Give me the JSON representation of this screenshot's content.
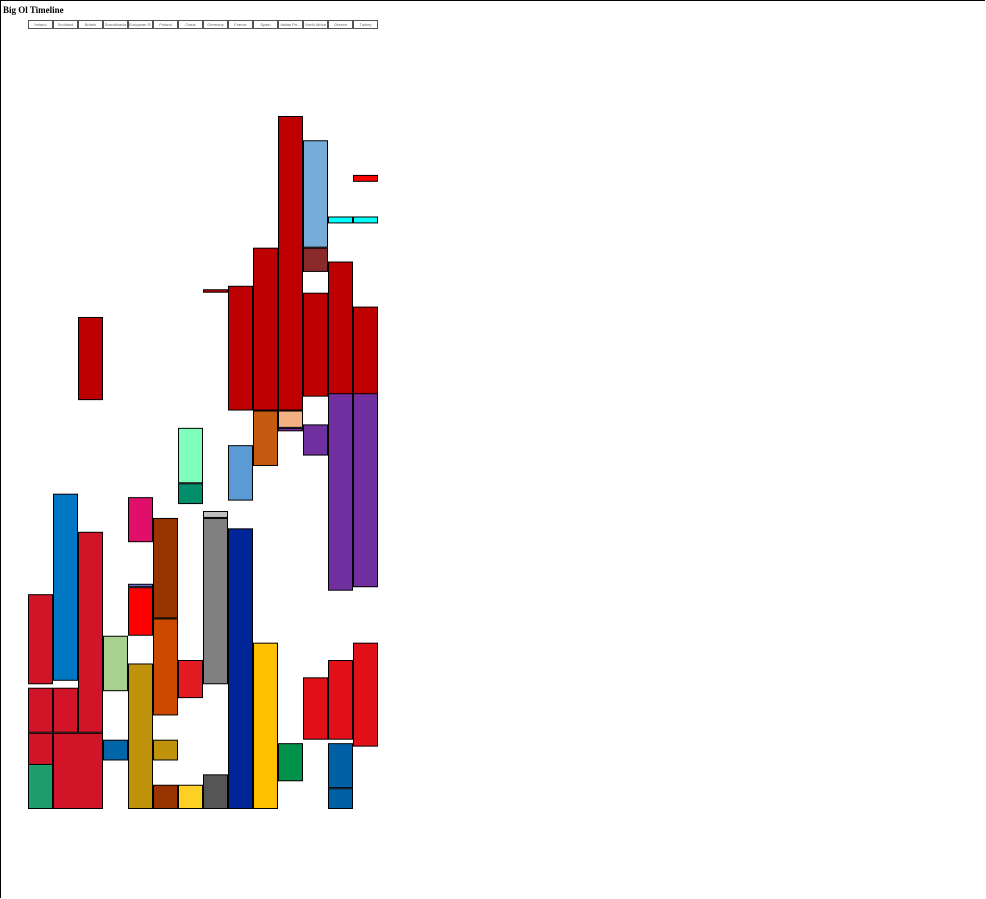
{
  "title": "Big Ol Timeline",
  "columns": [
    "Ireland",
    "Scotland",
    "Britain",
    "Scandinavia",
    "European R...",
    "Poland",
    "Oasis",
    "Germany",
    "France",
    "Spain",
    "Italian Pe...",
    "North Africa",
    "Greece",
    "Turkey"
  ],
  "chart_data": {
    "type": "timeline",
    "title": "Big Ol Timeline",
    "columns": [
      "Ireland",
      "Scotland",
      "Britain",
      "Scandinavia",
      "European R...",
      "Poland",
      "Oasis",
      "Germany",
      "France",
      "Spain",
      "Italian Pe...",
      "North Africa",
      "Greece",
      "Turkey"
    ],
    "time_range": [
      0,
      100
    ],
    "blocks": [
      {
        "col_start": 0,
        "col_end": 0,
        "start": 69.0,
        "end": 82.0,
        "color": "#d11428"
      },
      {
        "col_start": 0,
        "col_end": 0,
        "start": 82.5,
        "end": 89.0,
        "color": "#d11428"
      },
      {
        "col_start": 1,
        "col_end": 1,
        "start": 82.5,
        "end": 89.0,
        "color": "#d11428"
      },
      {
        "col_start": 2,
        "col_end": 2,
        "start": 60.0,
        "end": 89.0,
        "color": "#d11428"
      },
      {
        "col_start": 0,
        "col_end": 0,
        "start": 89.0,
        "end": 95.5,
        "color": "#d11428"
      },
      {
        "col_start": 1,
        "col_end": 2,
        "start": 89.0,
        "end": 100.0,
        "color": "#d11428"
      },
      {
        "col_start": 1,
        "col_end": 1,
        "start": 54.5,
        "end": 81.5,
        "color": "#0077c2"
      },
      {
        "col_start": 0,
        "col_end": 0,
        "start": 93.5,
        "end": 100.0,
        "color": "#1e9e6a"
      },
      {
        "col_start": 2,
        "col_end": 2,
        "start": 29.0,
        "end": 41.0,
        "color": "#bf0000"
      },
      {
        "col_start": 3,
        "col_end": 3,
        "start": 75.0,
        "end": 83.0,
        "color": "#a9d18e"
      },
      {
        "col_start": 3,
        "col_end": 3,
        "start": 90.0,
        "end": 93.0,
        "color": "#0066a8"
      },
      {
        "col_start": 4,
        "col_end": 4,
        "start": 55.0,
        "end": 61.5,
        "color": "#e0106a"
      },
      {
        "col_start": 4,
        "col_end": 4,
        "start": 67.5,
        "end": 68.0,
        "color": "#6a6ad0"
      },
      {
        "col_start": 4,
        "col_end": 4,
        "start": 68.0,
        "end": 75.0,
        "color": "#ff0000"
      },
      {
        "col_start": 4,
        "col_end": 4,
        "start": 79.0,
        "end": 100.0,
        "color": "#c0930c"
      },
      {
        "col_start": 5,
        "col_end": 5,
        "start": 90.0,
        "end": 93.0,
        "color": "#c0930c"
      },
      {
        "col_start": 5,
        "col_end": 5,
        "start": 58.0,
        "end": 72.5,
        "color": "#993300"
      },
      {
        "col_start": 5,
        "col_end": 5,
        "start": 72.5,
        "end": 86.5,
        "color": "#cc4a00"
      },
      {
        "col_start": 5,
        "col_end": 5,
        "start": 96.5,
        "end": 100.0,
        "color": "#993300"
      },
      {
        "col_start": 6,
        "col_end": 6,
        "start": 78.5,
        "end": 84.0,
        "color": "#e31c23"
      },
      {
        "col_start": 6,
        "col_end": 6,
        "start": 96.5,
        "end": 100.0,
        "color": "#ffd024"
      },
      {
        "col_start": 6,
        "col_end": 6,
        "start": 45.0,
        "end": 53.0,
        "color": "#80ffbc"
      },
      {
        "col_start": 6,
        "col_end": 6,
        "start": 53.0,
        "end": 56.0,
        "color": "#008f6a"
      },
      {
        "col_start": 7,
        "col_end": 7,
        "start": 25.0,
        "end": 25.5,
        "color": "#bf0000"
      },
      {
        "col_start": 7,
        "col_end": 7,
        "start": 57.0,
        "end": 58.0,
        "color": "#c0c0c0"
      },
      {
        "col_start": 7,
        "col_end": 7,
        "start": 58.0,
        "end": 82.0,
        "color": "#808080"
      },
      {
        "col_start": 7,
        "col_end": 7,
        "start": 95.0,
        "end": 100.0,
        "color": "#555555"
      },
      {
        "col_start": 8,
        "col_end": 8,
        "start": 24.5,
        "end": 42.5,
        "color": "#bf0000"
      },
      {
        "col_start": 9,
        "col_end": 9,
        "start": 19.0,
        "end": 42.5,
        "color": "#bf0000"
      },
      {
        "col_start": 10,
        "col_end": 10,
        "start": 0.0,
        "end": 42.5,
        "color": "#bf0000"
      },
      {
        "col_start": 11,
        "col_end": 11,
        "start": 25.5,
        "end": 40.5,
        "color": "#bf0000"
      },
      {
        "col_start": 12,
        "col_end": 12,
        "start": 21.0,
        "end": 40.5,
        "color": "#bf0000"
      },
      {
        "col_start": 13,
        "col_end": 13,
        "start": 27.5,
        "end": 40.5,
        "color": "#bf0000"
      },
      {
        "col_start": 8,
        "col_end": 8,
        "start": 47.5,
        "end": 55.5,
        "color": "#5b9bd5"
      },
      {
        "col_start": 8,
        "col_end": 8,
        "start": 59.5,
        "end": 100.0,
        "color": "#002596"
      },
      {
        "col_start": 9,
        "col_end": 9,
        "start": 42.5,
        "end": 50.5,
        "color": "#c55a11"
      },
      {
        "col_start": 9,
        "col_end": 9,
        "start": 76.0,
        "end": 100.0,
        "color": "#ffc000"
      },
      {
        "col_start": 10,
        "col_end": 10,
        "start": 42.5,
        "end": 45.0,
        "color": "#f4b183"
      },
      {
        "col_start": 10,
        "col_end": 10,
        "start": 45.0,
        "end": 45.5,
        "color": "#7030a0"
      },
      {
        "col_start": 10,
        "col_end": 10,
        "start": 90.5,
        "end": 96.0,
        "color": "#00924a"
      },
      {
        "col_start": 11,
        "col_end": 11,
        "start": 3.5,
        "end": 19.0,
        "color": "#76acd8"
      },
      {
        "col_start": 11,
        "col_end": 11,
        "start": 19.0,
        "end": 22.5,
        "color": "#8b2a2a"
      },
      {
        "col_start": 11,
        "col_end": 11,
        "start": 44.5,
        "end": 49.0,
        "color": "#7030a0"
      },
      {
        "col_start": 12,
        "col_end": 12,
        "start": 40.0,
        "end": 68.5,
        "color": "#7030a0"
      },
      {
        "col_start": 13,
        "col_end": 13,
        "start": 40.0,
        "end": 68.0,
        "color": "#7030a0"
      },
      {
        "col_start": 11,
        "col_end": 11,
        "start": 81.0,
        "end": 90.0,
        "color": "#e11019"
      },
      {
        "col_start": 12,
        "col_end": 12,
        "start": 78.5,
        "end": 90.0,
        "color": "#e11019"
      },
      {
        "col_start": 13,
        "col_end": 13,
        "start": 76.0,
        "end": 91.0,
        "color": "#e11019"
      },
      {
        "col_start": 12,
        "col_end": 12,
        "start": 90.5,
        "end": 97.0,
        "color": "#0060a5"
      },
      {
        "col_start": 12,
        "col_end": 12,
        "start": 97.0,
        "end": 100.0,
        "color": "#0060a5"
      },
      {
        "col_start": 13,
        "col_end": 13,
        "start": 8.5,
        "end": 9.5,
        "color": "#ff0000"
      },
      {
        "col_start": 12,
        "col_end": 12,
        "start": 14.5,
        "end": 15.5,
        "color": "#00ffff"
      },
      {
        "col_start": 13,
        "col_end": 13,
        "start": 14.5,
        "end": 15.5,
        "color": "#00ffff"
      }
    ]
  }
}
